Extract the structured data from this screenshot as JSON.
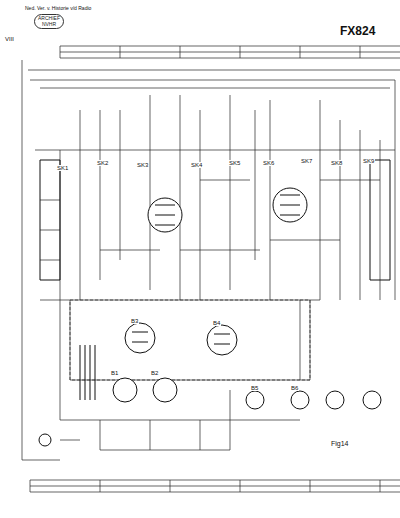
{
  "diagram": {
    "title": "FX824",
    "nodes": [
      {
        "text": [
          "ARCHIEF",
          "NVHR"
        ]
      }
    ],
    "labels": [
      "Ned. Ver. v. Historie v/d Radio",
      "VIII",
      "SK1",
      "SK2",
      "SK3",
      "SK4",
      "SK5",
      "SK6",
      "SK7",
      "SK8",
      "SK9",
      "B1",
      "B2",
      "B3",
      "B4",
      "B5",
      "B6",
      "Fig14"
    ]
  }
}
